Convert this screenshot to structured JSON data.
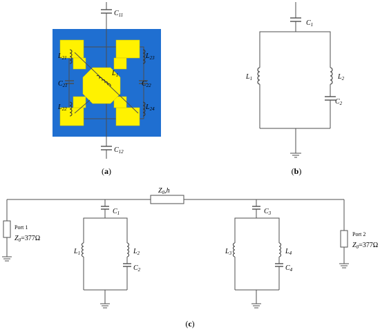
{
  "colors": {
    "substrate": "#1f6fd1",
    "patch": "#fff200",
    "patch_stroke": "#d4c300",
    "wire": "#4d4d4d"
  },
  "panel_a": {
    "caption_open": "(",
    "caption_letter": "a",
    "caption_close": ")",
    "labels": {
      "c11": "C",
      "c11_sub": "11",
      "c12": "C",
      "c12_sub": "12",
      "c21": "C",
      "c21_sub": "21",
      "c22": "C",
      "c22_sub": "22",
      "l21": "L",
      "l21_sub": "21",
      "l22": "L",
      "l22_sub": "22",
      "l23": "L",
      "l23_sub": "23",
      "l24": "L",
      "l24_sub": "24",
      "l1": "L",
      "l1_sub": "1"
    }
  },
  "panel_b": {
    "caption_open": "(",
    "caption_letter": "b",
    "caption_close": ")",
    "labels": {
      "c1": "C",
      "c1_sub": "1",
      "l1": "L",
      "l1_sub": "1",
      "l2": "L",
      "l2_sub": "2",
      "c2": "C",
      "c2_sub": "2"
    }
  },
  "panel_c": {
    "caption_open": "(",
    "caption_letter": "c",
    "caption_close": ")",
    "line_label": "Z",
    "line_label_sub": "0",
    "line_label_suffix": ",h",
    "port1": {
      "name": "Port 1",
      "z_label": "Z",
      "z_sub": "0",
      "z_value": "=377Ω"
    },
    "port2": {
      "name": "Port 2",
      "z_label": "Z",
      "z_sub": "0",
      "z_value": "=377Ω"
    },
    "left": {
      "c1": "C",
      "c1_sub": "1",
      "l1": "L",
      "l1_sub": "1",
      "l2": "L",
      "l2_sub": "2",
      "c2": "C",
      "c2_sub": "2"
    },
    "right": {
      "c3": "C",
      "c3_sub": "3",
      "l3": "L",
      "l3_sub": "3",
      "l4": "L",
      "l4_sub": "4",
      "c4": "C",
      "c4_sub": "4"
    }
  }
}
